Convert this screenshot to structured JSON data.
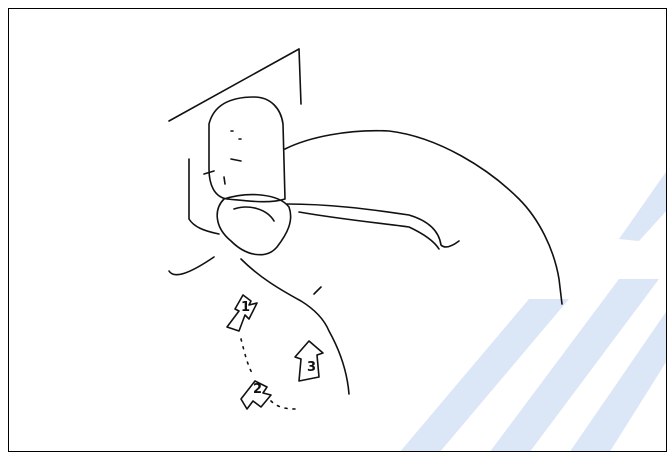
{
  "illustration": {
    "description_icon": "hand-pressing-switch-icon",
    "steps": [
      {
        "label": "1"
      },
      {
        "label": "2"
      },
      {
        "label": "3"
      }
    ]
  },
  "colors": {
    "line": "#111111",
    "frame": "#000000",
    "watermark": "#dbe6f7",
    "background": "#ffffff"
  }
}
